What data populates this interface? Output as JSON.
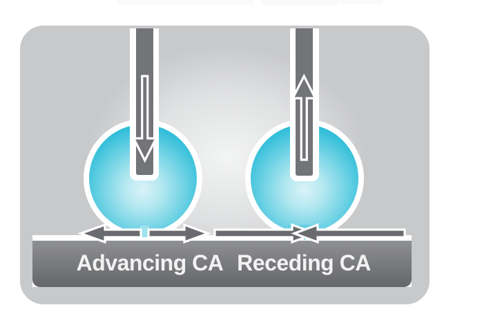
{
  "diagram": {
    "labels": {
      "advancing": "Advancing CA",
      "receding": "Receding CA"
    }
  },
  "colors": {
    "card_background": "#c8c9cb",
    "card_glow": "#f3f4f4",
    "droplet_edge": "#14b0d0",
    "droplet_mid": "#6ed2e4",
    "droplet_center": "#daf3f8",
    "droplet_outline": "#ffffff",
    "needle_gray": "#737477",
    "arrow_gray": "#6a6b6e",
    "arrow_outline": "#ffffff",
    "substrate_top": "#8f9093",
    "substrate_bottom": "#66676a",
    "substrate_top_line": "#ffffff",
    "label_text": "#f2f2f2"
  },
  "icons": {
    "left_needle_arrow": "down-arrow",
    "right_needle_arrow": "up-arrow",
    "advancing_arrows": "outward-left-right-arrows",
    "receding_arrows": "inward-left-right-arrows"
  }
}
